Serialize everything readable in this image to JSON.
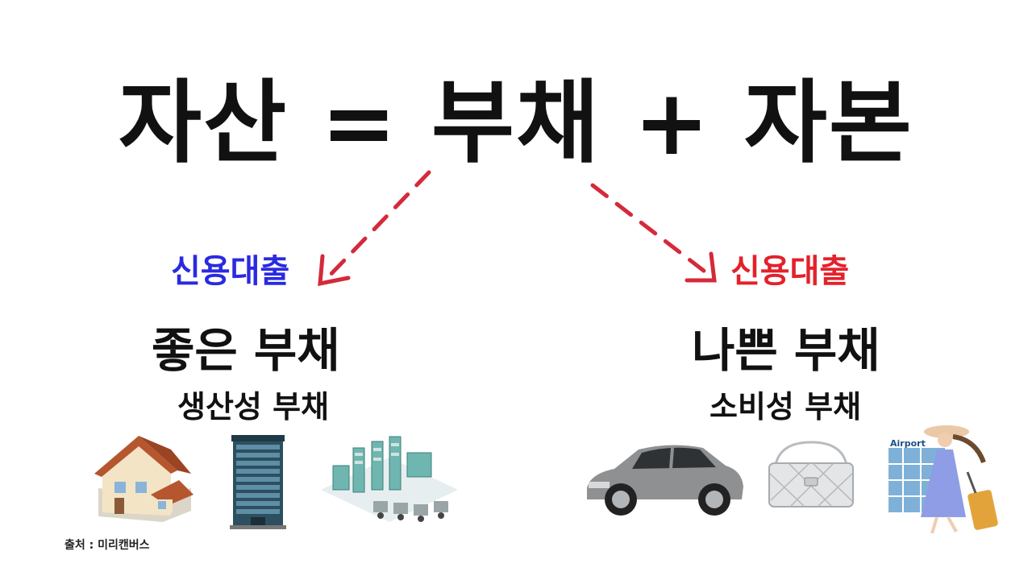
{
  "equation": "자산 = 부채 + 자본",
  "left": {
    "loan_label": "신용대출",
    "title": "좋은 부채",
    "subtitle": "생산성 부채",
    "images": [
      "house-icon",
      "office-building-icon",
      "factory-icon"
    ]
  },
  "right": {
    "loan_label": "신용대출",
    "title": "나쁜 부채",
    "subtitle": "소비성 부채",
    "images": [
      "car-icon",
      "handbag-icon",
      "traveler-icon"
    ]
  },
  "airport_sign": "Airport",
  "source": "출처 : 미리캔버스",
  "colors": {
    "left_label": "#2a2ae0",
    "right_label": "#e3212b",
    "arrow": "#d42a3a",
    "text": "#111111"
  }
}
